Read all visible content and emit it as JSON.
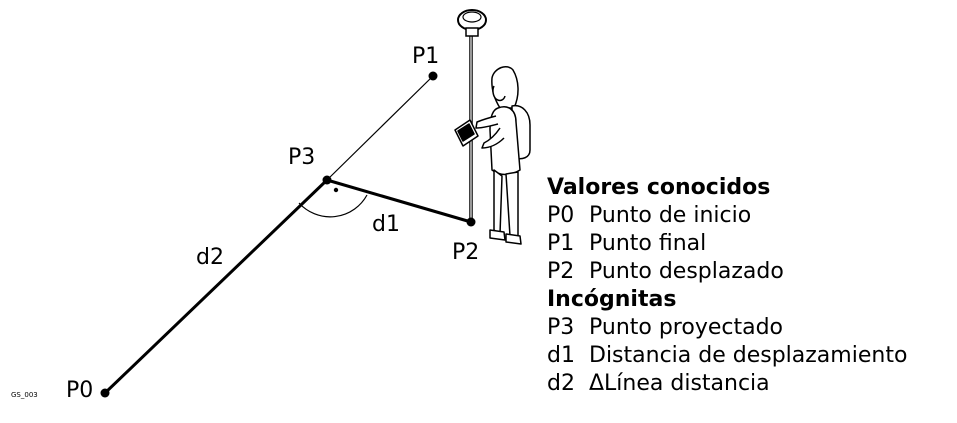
{
  "figure_id": "GS_003",
  "points": {
    "p0": "P0",
    "p1": "P1",
    "p2": "P2",
    "p3": "P3"
  },
  "distances": {
    "d1": "d1",
    "d2": "d2"
  },
  "legend": {
    "known_title": "Valores conocidos",
    "known": [
      {
        "code": "P0",
        "text": "Punto de inicio"
      },
      {
        "code": "P1",
        "text": "Punto final"
      },
      {
        "code": "P2",
        "text": "Punto desplazado"
      }
    ],
    "unknown_title": "Incógnitas",
    "unknown": [
      {
        "code": "P3",
        "text": "Punto proyectado"
      },
      {
        "code": "d1",
        "text": "Distancia de desplazamiento"
      },
      {
        "code": "d2",
        "text": "ΔLínea distancia"
      }
    ]
  }
}
